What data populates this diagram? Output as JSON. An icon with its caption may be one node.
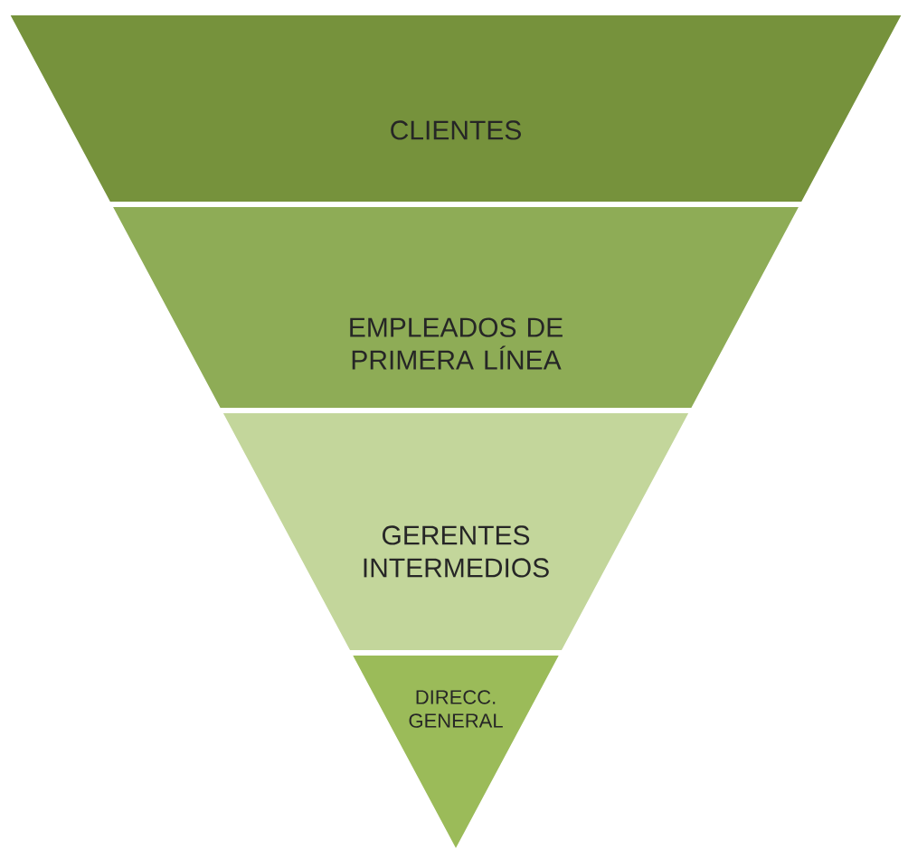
{
  "diagram": {
    "nodes": [
      {
        "text": [
          "CLIENTES"
        ]
      },
      {
        "text": [
          "EMPLEADOS DE PRIMERA LÍNEA"
        ]
      },
      {
        "text": [
          "GERENTES INTERMEDIOS"
        ]
      },
      {
        "text": [
          "DIRECC. GENERAL"
        ]
      }
    ]
  }
}
